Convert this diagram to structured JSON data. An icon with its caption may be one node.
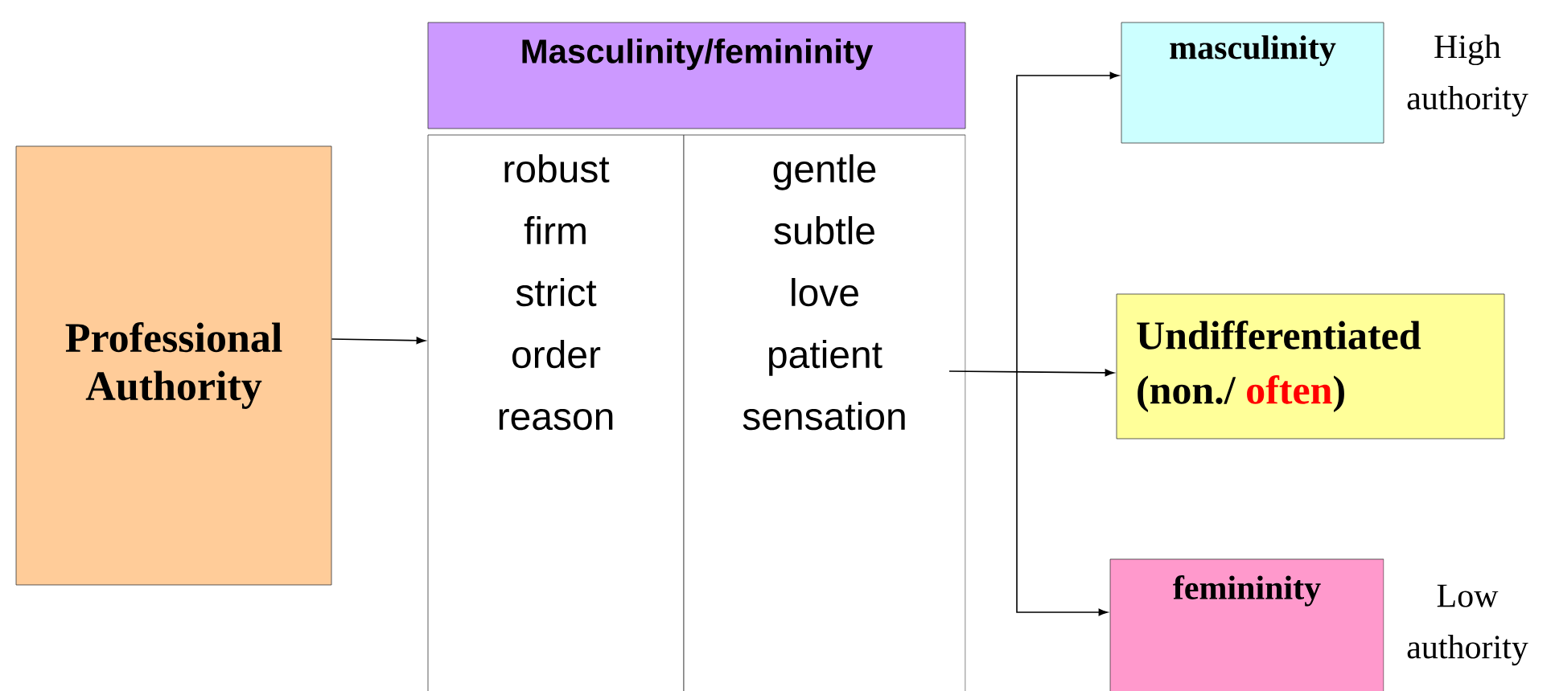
{
  "diagram": {
    "nodes": [
      {
        "text": [
          "Professional Authority"
        ]
      },
      {
        "text": [
          "Masculinity/femininity"
        ]
      },
      {
        "text": [
          "robust",
          "firm",
          "strict",
          "order",
          "reason"
        ]
      },
      {
        "text": [
          "gentle",
          "subtle",
          "love",
          "patient",
          "sensation"
        ]
      },
      {
        "text": [
          "masculinity"
        ],
        "beside": [
          "High authority"
        ]
      },
      {
        "text": [
          "Undifferentiated",
          "(non./",
          "often",
          ")"
        ]
      },
      {
        "text": [
          "femininity"
        ],
        "beside": [
          "Low authority"
        ]
      }
    ],
    "edges": [
      {
        "from": 0,
        "to": 2,
        "arrow": "to"
      },
      {
        "from": 3,
        "to": 5,
        "arrow": "to"
      },
      {
        "from": null,
        "to": 4,
        "arrow": "to"
      },
      {
        "from": null,
        "to": 6,
        "arrow": "to"
      }
    ]
  }
}
